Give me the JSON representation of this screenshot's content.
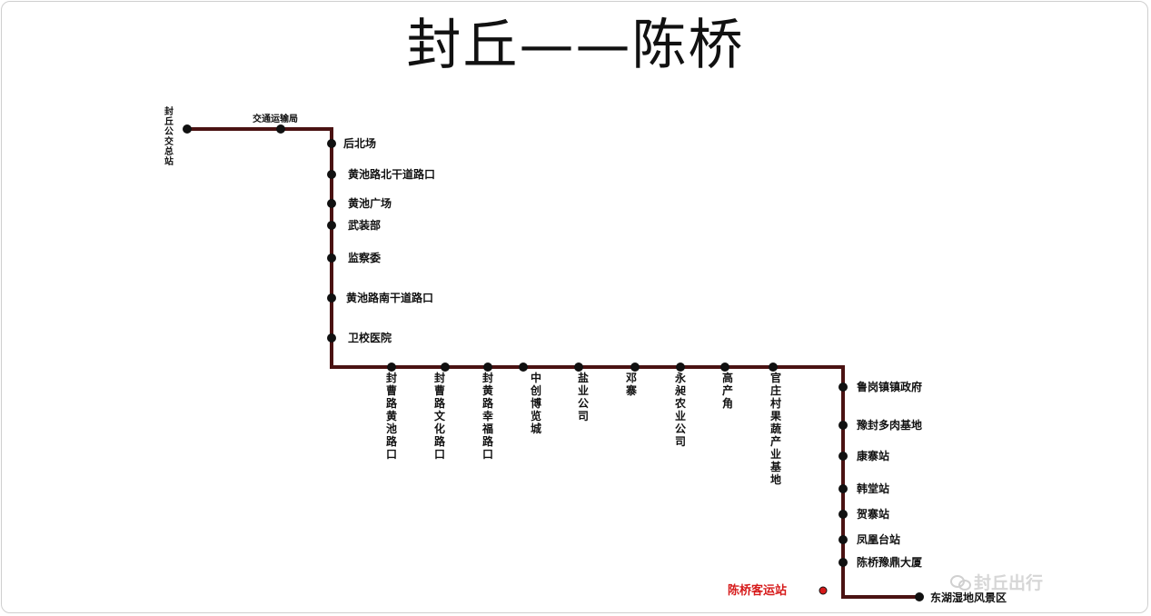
{
  "title": "封丘——陈桥",
  "watermark": "封丘出行",
  "stops": [
    {
      "name": "封丘公交总站",
      "dir": "vertical"
    },
    {
      "name": "交通运输局",
      "dir": "horizontal"
    },
    {
      "name": "后北场",
      "dir": "horizontal"
    },
    {
      "name": "黄池路北干道路口",
      "dir": "horizontal"
    },
    {
      "name": "黄池广场",
      "dir": "horizontal"
    },
    {
      "name": "武装部",
      "dir": "horizontal"
    },
    {
      "name": "监察委",
      "dir": "horizontal"
    },
    {
      "name": "黄池路南干道路口",
      "dir": "horizontal"
    },
    {
      "name": "卫校医院",
      "dir": "horizontal"
    },
    {
      "name": "封曹路黄池路口",
      "dir": "vertical"
    },
    {
      "name": "封曹路文化路口",
      "dir": "vertical"
    },
    {
      "name": "封黄路幸福路口",
      "dir": "vertical"
    },
    {
      "name": "中创博览城",
      "dir": "vertical"
    },
    {
      "name": "盐业公司",
      "dir": "vertical"
    },
    {
      "name": "邓寨",
      "dir": "vertical"
    },
    {
      "name": "永昶农业公司",
      "dir": "vertical"
    },
    {
      "name": "高产角",
      "dir": "vertical"
    },
    {
      "name": "官庄村果蔬产业基地",
      "dir": "vertical"
    },
    {
      "name": "鲁岗镇镇政府",
      "dir": "horizontal"
    },
    {
      "name": "豫封多肉基地",
      "dir": "horizontal"
    },
    {
      "name": "康寨站",
      "dir": "horizontal"
    },
    {
      "name": "韩堂站",
      "dir": "horizontal"
    },
    {
      "name": "贺寨站",
      "dir": "horizontal"
    },
    {
      "name": "凤凰台站",
      "dir": "horizontal"
    },
    {
      "name": "陈桥豫鼎大厦",
      "dir": "horizontal"
    },
    {
      "name": "东湖湿地风景区",
      "dir": "horizontal"
    }
  ],
  "terminal": {
    "name": "陈桥客运站"
  },
  "colors": {
    "route": "#4a1212",
    "stop": "#111111",
    "terminal": "#d61a1a",
    "watermark": "#d6d6d6"
  }
}
